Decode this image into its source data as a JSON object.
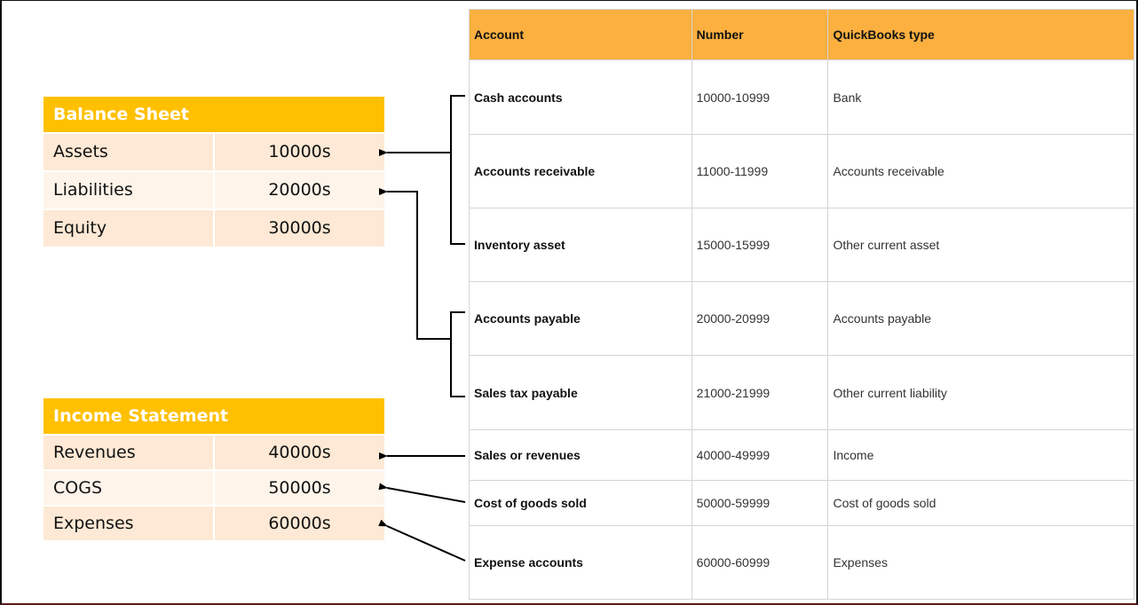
{
  "balance_sheet": {
    "title": "Balance Sheet",
    "rows": [
      {
        "label": "Assets",
        "value": "10000s"
      },
      {
        "label": "Liabilities",
        "value": "20000s"
      },
      {
        "label": "Equity",
        "value": "30000s"
      }
    ]
  },
  "income_statement": {
    "title": "Income Statement",
    "rows": [
      {
        "label": "Revenues",
        "value": "40000s"
      },
      {
        "label": "COGS",
        "value": "50000s"
      },
      {
        "label": "Expenses",
        "value": "60000s"
      }
    ]
  },
  "chart_of_accounts": {
    "headers": {
      "account": "Account",
      "number": "Number",
      "type": "QuickBooks type"
    },
    "rows": [
      {
        "account": "Cash accounts",
        "number": "10000-10999",
        "type": "Bank"
      },
      {
        "account": "Accounts receivable",
        "number": "11000-11999",
        "type": "Accounts receivable"
      },
      {
        "account": "Inventory asset",
        "number": "15000-15999",
        "type": "Other current asset"
      },
      {
        "account": "Accounts payable",
        "number": "20000-20999",
        "type": "Accounts payable"
      },
      {
        "account": "Sales tax payable",
        "number": "21000-21999",
        "type": "Other current liability"
      },
      {
        "account": "Sales or revenues",
        "number": "40000-49999",
        "type": "Income"
      },
      {
        "account": "Cost of goods sold",
        "number": "50000-59999",
        "type": "Cost of goods sold"
      },
      {
        "account": "Expense accounts",
        "number": "60000-60999",
        "type": "Expenses"
      }
    ]
  },
  "colors": {
    "summary_header": "#ffc000",
    "summary_row_odd": "#fde9d5",
    "summary_row_even": "#fef4ea",
    "table_header": "#fbb040",
    "connector": "#000000"
  }
}
